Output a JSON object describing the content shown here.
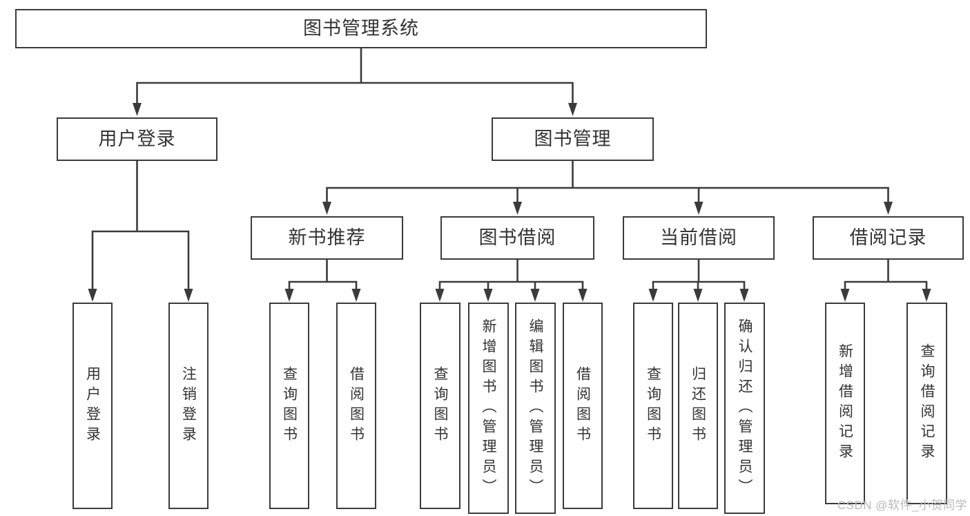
{
  "colors": {
    "line": "#3b3b3b",
    "box_border": "#3b3b3b",
    "text": "#333333",
    "watermark_color": "#b9b9b9",
    "background": "#ffffff"
  },
  "watermark": {
    "text": "CSDN @软件_小贺同学"
  },
  "tree": {
    "label": "图书管理系统",
    "children": [
      {
        "label": "用户登录",
        "children": [
          {
            "label": "用户登录"
          },
          {
            "label": "注销登录"
          }
        ]
      },
      {
        "label": "图书管理",
        "children": [
          {
            "label": "新书推荐",
            "children": [
              {
                "label": "查询图书"
              },
              {
                "label": "借阅图书"
              }
            ]
          },
          {
            "label": "图书借阅",
            "children": [
              {
                "label": "查询图书"
              },
              {
                "label": "新增图书（管理员）"
              },
              {
                "label": "编辑图书（管理员）"
              },
              {
                "label": "借阅图书"
              }
            ]
          },
          {
            "label": "当前借阅",
            "children": [
              {
                "label": "查询图书"
              },
              {
                "label": "归还图书"
              },
              {
                "label": "确认归还（管理员）"
              }
            ]
          },
          {
            "label": "借阅记录",
            "children": [
              {
                "label": "新增借阅记录"
              },
              {
                "label": "查询借阅记录"
              }
            ]
          }
        ]
      }
    ]
  }
}
